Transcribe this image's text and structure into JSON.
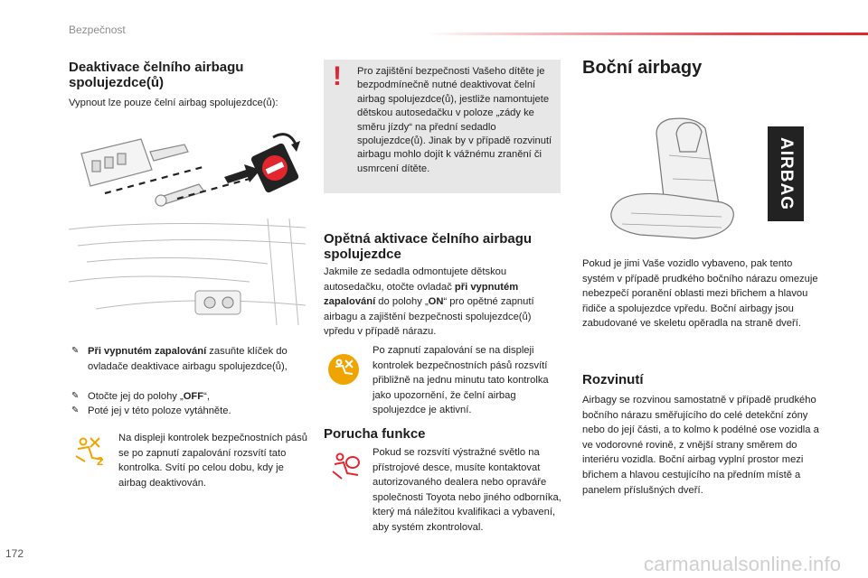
{
  "header": {
    "section": "Bezpečnost"
  },
  "left": {
    "title": "Deaktivace čelního airbagu spolujezdce(ů)",
    "intro": "Vypnout lze pouze čelní airbag spolujezdce(ů):",
    "steps": [
      {
        "bold": "Při vypnutém zapalování",
        "rest": " zasuňte klíček do ovladače deaktivace airbagu spolujezdce(ů),"
      },
      {
        "pre": "Otočte jej do polohy „",
        "bold": "OFF",
        "post": "“,"
      },
      {
        "text": "Poté jej v této poloze vytáhněte."
      }
    ],
    "note": "Na displeji kontrolek bezpečnostních pásů se po zapnutí zapalování rozsvítí tato kontrolka. Svítí po celou dobu, kdy je airbag deaktivován."
  },
  "warning": {
    "text": "Pro zajištění bezpečnosti Vašeho dítěte je bezpodmínečně nutné deaktivovat čelní airbag spolujezdce(ů), jestliže namontujete dětskou autosedačku v poloze „zády ke směru jízdy“ na přední sedadlo spolujezdce(ů). Jinak by v případě rozvinutí airbagu mohlo dojít k vážnému zranění či usmrcení dítěte."
  },
  "middle": {
    "reactivation_title": "Opětná aktivace čelního airbagu spolujezdce",
    "reactivation_p1": "Jakmile ze sedadla odmontujete dětskou autosedačku, otočte ovladač ",
    "reactivation_bold1": "při vypnutém zapalování",
    "reactivation_p2": " do polohy „",
    "reactivation_bold2": "ON",
    "reactivation_p3": "“ pro opětné zapnutí airbagu a zajištění bezpečnosti spolujezdce(ů) vpředu v případě nárazu.",
    "reactivation_note": "Po zapnutí zapalování se na displeji kontrolek bezpečnostních pásů rozsvítí přibližně na jednu minutu tato kontrolka jako upozornění, že čelní airbag spolujezdce je aktivní.",
    "fault_title": "Porucha funkce",
    "fault_text": "Pokud se rozsvítí výstražné světlo na přístrojové desce, musíte kontaktovat autorizovaného dealera nebo opraváře společnosti Toyota nebo jiného odborníka, který má náležitou kvalifikaci a vybavení, aby systém zkontroloval."
  },
  "right": {
    "title": "Boční airbagy",
    "airbag_label": "AIRBAG",
    "desc": "Pokud je jimi Vaše vozidlo vybaveno, pak tento systém v případě prudkého bočního nárazu omezuje nebezpečí poranění oblasti mezi břichem a hlavou řidiče a spolujezdce vpředu. Boční airbagy jsou zabudované ve skeletu opěradla na straně dveří.",
    "deploy_title": "Rozvinutí",
    "deploy_text": "Airbagy se rozvinou samostatně v případě prudkého bočního nárazu směřujícího do celé detekční zóny nebo do její části, a to kolmo k podélné ose vozidla a ve vodorovné rovině, z vnější strany směrem do interiéru vozidla. Boční airbag vyplní prostor mezi břichem a hlavou cestujícího na předním místě a panelem příslušných dveří."
  },
  "footer": {
    "page": "172",
    "watermark": "carmanualsonline.info"
  },
  "colors": {
    "accent": "#e2262f",
    "icon": "#f0a400",
    "gray_box": "#e7e7e7"
  },
  "icons": [
    "exclamation-icon",
    "key-icon",
    "airbag-off-switch-icon",
    "passenger-airbag-off-icon",
    "passenger-airbag-on-icon",
    "airbag-fault-icon",
    "seat-illustration"
  ]
}
